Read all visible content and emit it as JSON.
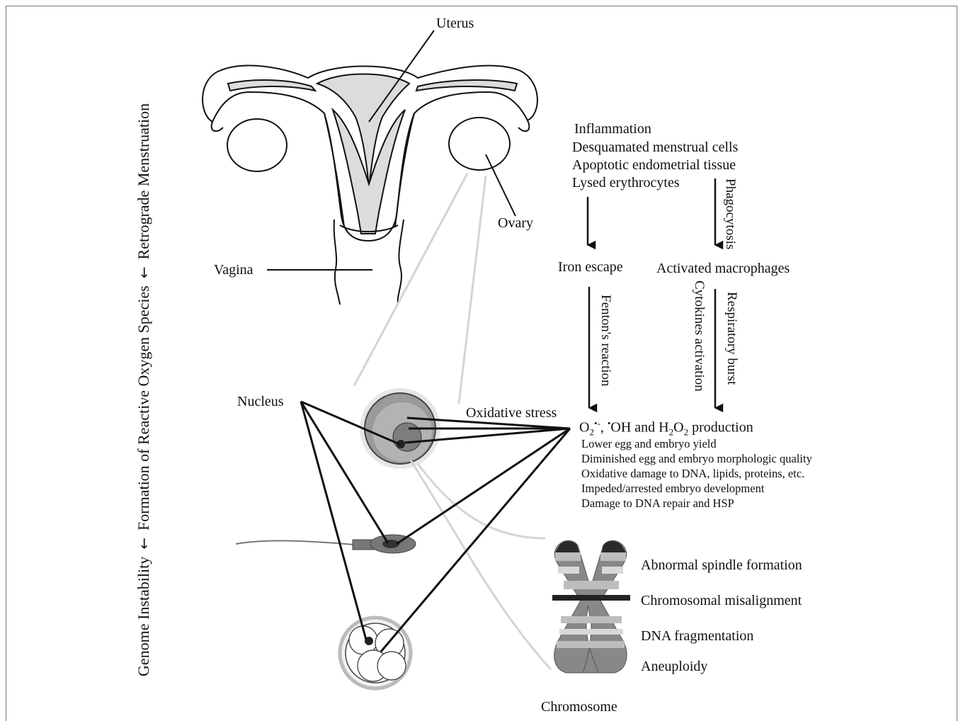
{
  "anatomy": {
    "uterus": "Uterus",
    "ovary": "Ovary",
    "vagina": "Vagina"
  },
  "causes": [
    "Inflammation",
    "Desquamated menstrual cells",
    "Apoptotic endometrial tissue",
    "Lysed erythrocytes"
  ],
  "pathway": {
    "phagocytosis": "Phagocytosis",
    "iron_escape": "Iron escape",
    "activated_macrophages": "Activated macrophages",
    "fentons_reaction": "Fenton's reaction",
    "cytokines_activation": "Cytokines activation",
    "respiratory_burst": "Respiratory burst",
    "oxidative_stress": "Oxidative stress",
    "ros_production": {
      "o2": "O",
      "o2_sub": "2",
      "o2_sup": "•-",
      "sep": ", ",
      "oh_dot": "•",
      "oh": "OH and H",
      "h2_sub": "2",
      "o": "O",
      "o2b_sub": "2",
      "suffix": " production"
    }
  },
  "effects": [
    "Lower egg and embryo yield",
    "Diminished egg and embryo morphologic quality",
    "Oxidative damage to DNA, lipids, proteins, etc.",
    "Impeded/arrested embryo development",
    "Damage to DNA repair and HSP"
  ],
  "nucleus": "Nucleus",
  "chromosome": {
    "label": "Chromosome",
    "effects": [
      "Abnormal spindle formation",
      "Chromosomal misalignment",
      "DNA fragmentation",
      "Aneuploidy"
    ]
  },
  "side_title": {
    "part1": "Genome Instability",
    "arrow1": "←",
    "part2": "Formation of Reactive Oxygen Species",
    "arrow2": "←",
    "part3": "Retrograde Menstruation"
  },
  "colors": {
    "line": "#111111",
    "tissue_gray": "#dcdcdc",
    "connector_gray": "#d4d4d4"
  }
}
